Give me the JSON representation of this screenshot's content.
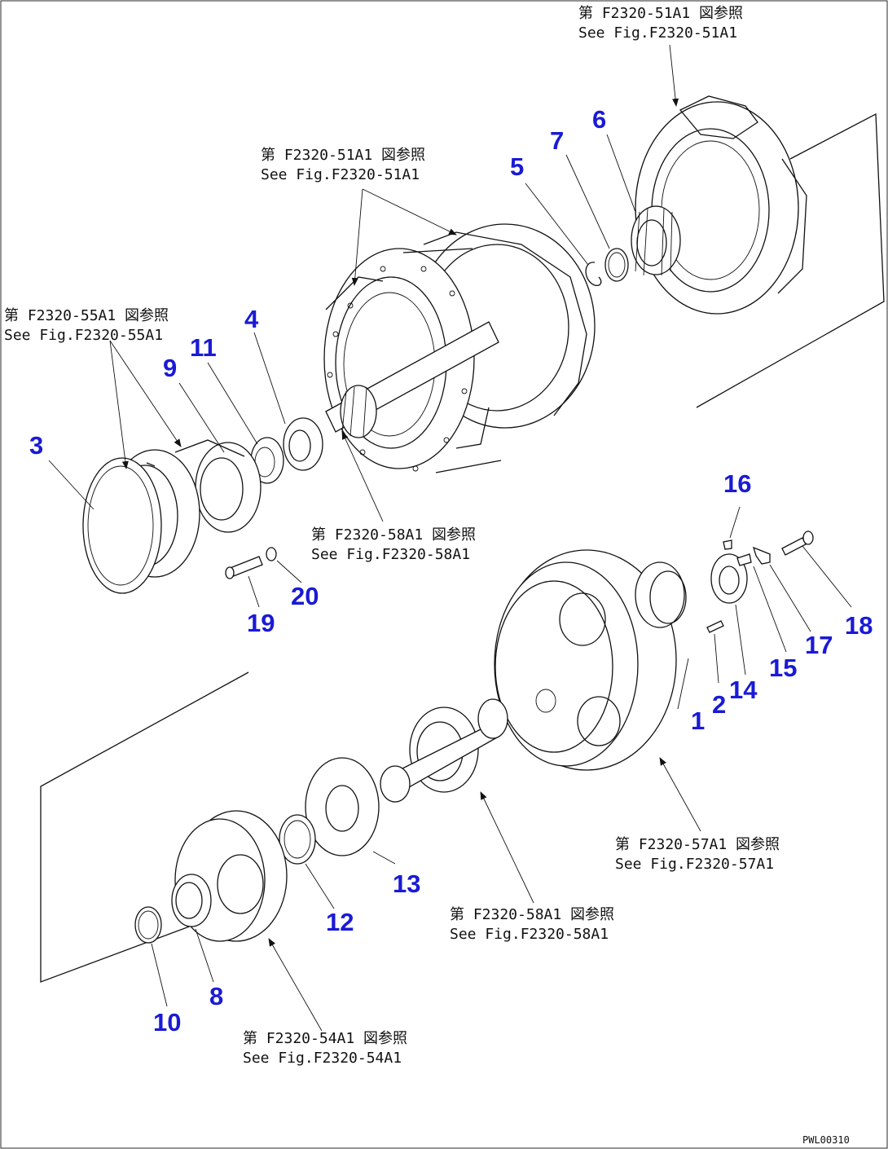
{
  "figure_code": "PWL00310",
  "references": [
    {
      "jp": "第 F2320-51A1 図参照",
      "en": "See Fig.F2320-51A1"
    },
    {
      "jp": "第 F2320-51A1 図参照",
      "en": "See Fig.F2320-51A1"
    },
    {
      "jp": "第 F2320-55A1 図参照",
      "en": "See Fig.F2320-55A1"
    },
    {
      "jp": "第 F2320-58A1 図参照",
      "en": "See Fig.F2320-58A1"
    },
    {
      "jp": "第 F2320-57A1 図参照",
      "en": "See Fig.F2320-57A1"
    },
    {
      "jp": "第 F2320-58A1 図参照",
      "en": "See Fig.F2320-58A1"
    },
    {
      "jp": "第 F2320-54A1 図参照",
      "en": "See Fig.F2320-54A1"
    }
  ],
  "parts": [
    "1",
    "2",
    "3",
    "4",
    "5",
    "6",
    "7",
    "8",
    "9",
    "10",
    "11",
    "12",
    "13",
    "14",
    "15",
    "16",
    "17",
    "18",
    "19",
    "20"
  ],
  "colors": {
    "part_number": "#1a1ad6",
    "linework": "#111111"
  }
}
